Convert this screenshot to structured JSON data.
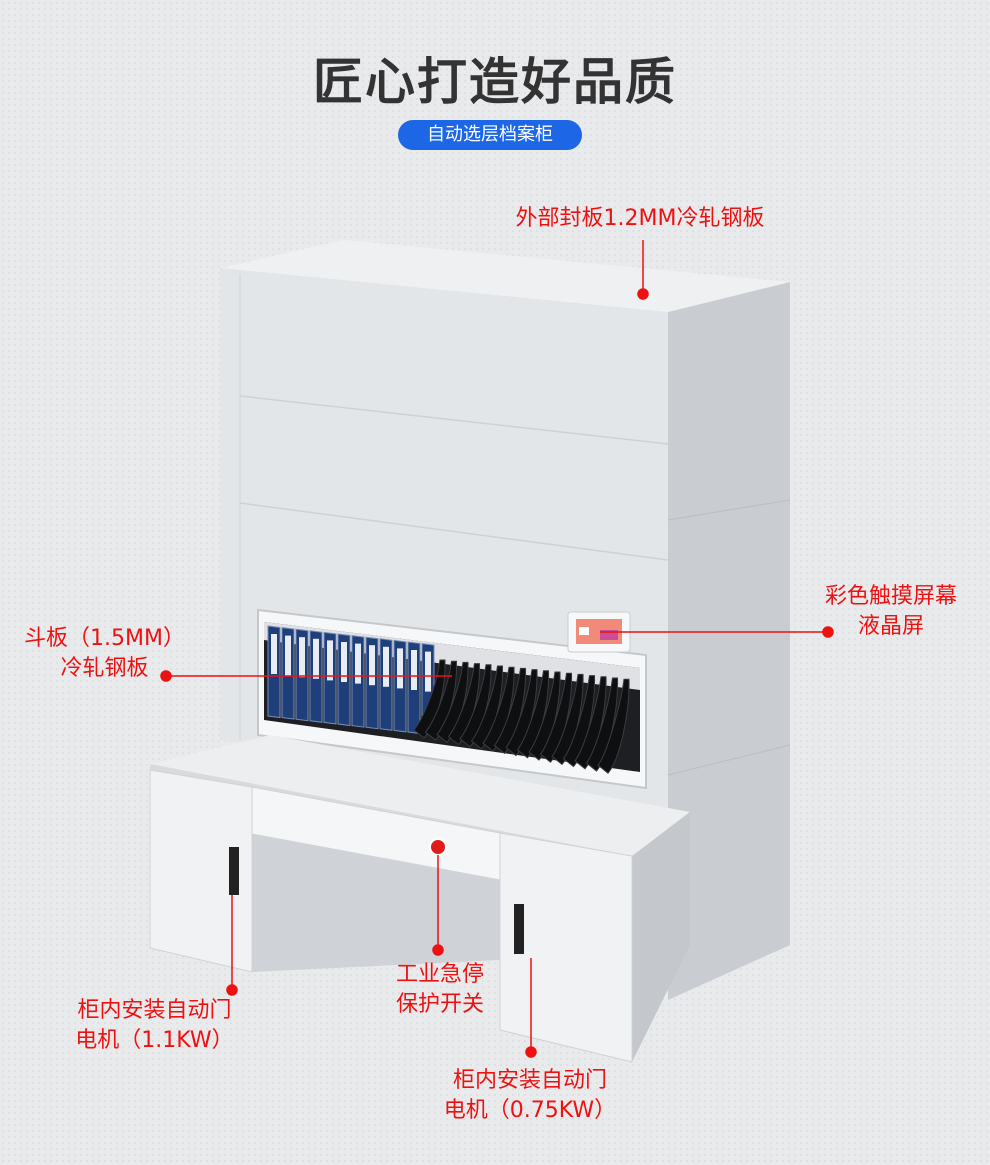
{
  "header": {
    "title": "匠心打造好品质",
    "subtitle": "自动选层档案柜"
  },
  "callouts": {
    "outer_panel": "外部封板1.2MM冷轧钢板",
    "touch_screen": [
      "彩色触摸屏幕",
      "液晶屏"
    ],
    "bucket_panel": [
      "斗板（1.5MM）",
      "冷轧钢板"
    ],
    "left_motor": [
      "柜内安装自动门",
      "电机（1.1KW）"
    ],
    "emergency_stop": [
      "工业急停",
      "保护开关"
    ],
    "right_motor": [
      "柜内安装自动门",
      "电机（0.75KW）"
    ]
  },
  "colors": {
    "accent": "#e11111",
    "pill": "#1d67e6",
    "cabinet": "#e6e8ea",
    "folder": "#1e3f7a"
  },
  "product": {
    "folder_count": 12,
    "slot_count": 17
  }
}
